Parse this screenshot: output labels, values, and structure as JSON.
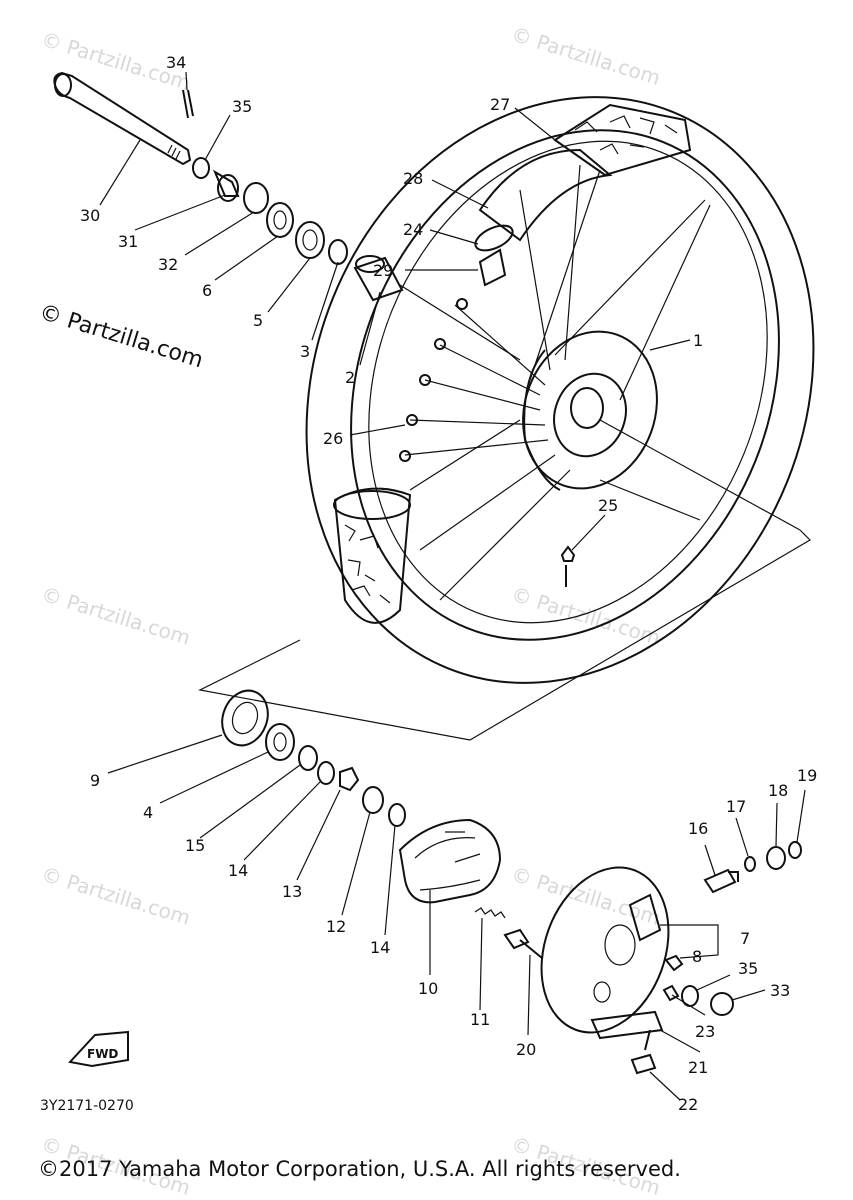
{
  "watermark": "© Partzilla.com",
  "diagram_code": "3Y2171-0270",
  "fwd_label": "FWD",
  "copyright": "©2017 Yamaha Motor Corporation, U.S.A. All rights reserved.",
  "callouts": [
    "1",
    "2",
    "3",
    "4",
    "5",
    "6",
    "7",
    "8",
    "9",
    "10",
    "11",
    "12",
    "13",
    "14",
    "15",
    "16",
    "17",
    "18",
    "19",
    "20",
    "21",
    "22",
    "23",
    "24",
    "25",
    "26",
    "27",
    "28",
    "29",
    "30",
    "31",
    "32",
    "33",
    "34",
    "35"
  ]
}
